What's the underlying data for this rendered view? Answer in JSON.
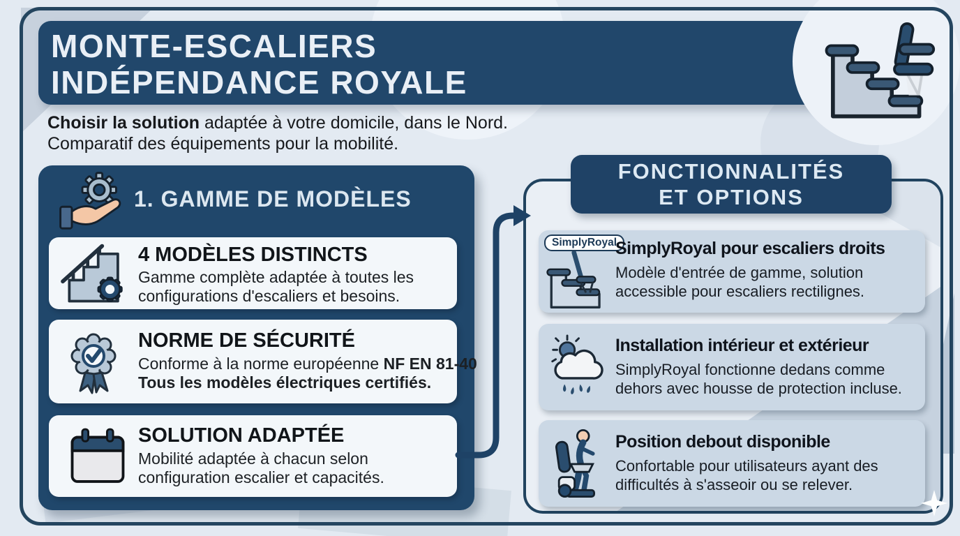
{
  "header": {
    "title_line1": "MONTE-ESCALIERS",
    "title_line2": "INDÉPENDANCE ROYALE",
    "subtitle_bold": "Choisir la solution",
    "subtitle_rest": " adaptée à votre domicile, dans le Nord.",
    "subtitle_line2": "Comparatif des équipements pour la mobilité."
  },
  "left_panel": {
    "title": "1. GAMME DE MODÈLES",
    "cards": [
      {
        "title": "4 MODÈLES DISTINCTS",
        "body_line1": "Gamme complète adaptée à toutes les",
        "body_line2": "configurations d'escaliers et besoins."
      },
      {
        "title": "NORME DE SÉCURITÉ",
        "body_prefix": "Conforme à la norme européenne ",
        "body_bold": "NF EN 81-40",
        "body_line2_bold": "Tous les modèles électriques certifiés."
      },
      {
        "title": "SOLUTION ADAPTÉE",
        "body_line1": "Mobilité adaptée à chacun selon",
        "body_line2": "configuration escalier et capacités."
      }
    ]
  },
  "right_panel": {
    "title_line1": "FONCTIONNALITÉS",
    "title_line2": "ET OPTIONS",
    "cards": [
      {
        "badge": "SimplyRoyal",
        "title": "SimplyRoyal pour escaliers droits",
        "body_line1": "Modèle d'entrée de gamme, solution",
        "body_line2": "accessible pour escaliers rectilignes."
      },
      {
        "title": "Installation intérieur et extérieur",
        "body_line1": "SimplyRoyal fonctionne dedans comme",
        "body_line2": "dehors avec housse de protection incluse."
      },
      {
        "title": "Position debout disponible",
        "body_line1": "Confortable pour utilisateurs ayant des",
        "body_line2": "difficultés à s'asseoir ou se relever."
      }
    ]
  },
  "icons": {
    "header_left": "hand-gear-icon",
    "hero": "stairlift-icon",
    "left_card_1": "stairs-gear-icon",
    "left_card_2": "rosette-check-icon",
    "left_card_3": "calendar-icon",
    "right_card_1": "stairlift-rail-icon",
    "right_card_2": "weather-sun-rain-icon",
    "right_card_3": "standing-lift-icon"
  },
  "colors": {
    "navy_panel": "#21476b",
    "chip_navy": "#1f4266",
    "frame_border": "#24455f",
    "canvas_bg": "#e3eaf2",
    "card_light_bg": "#f3f7fa",
    "card_blue_bg": "#cbd8e5",
    "title_light": "#e9eff6",
    "text_dark": "#14181d"
  }
}
